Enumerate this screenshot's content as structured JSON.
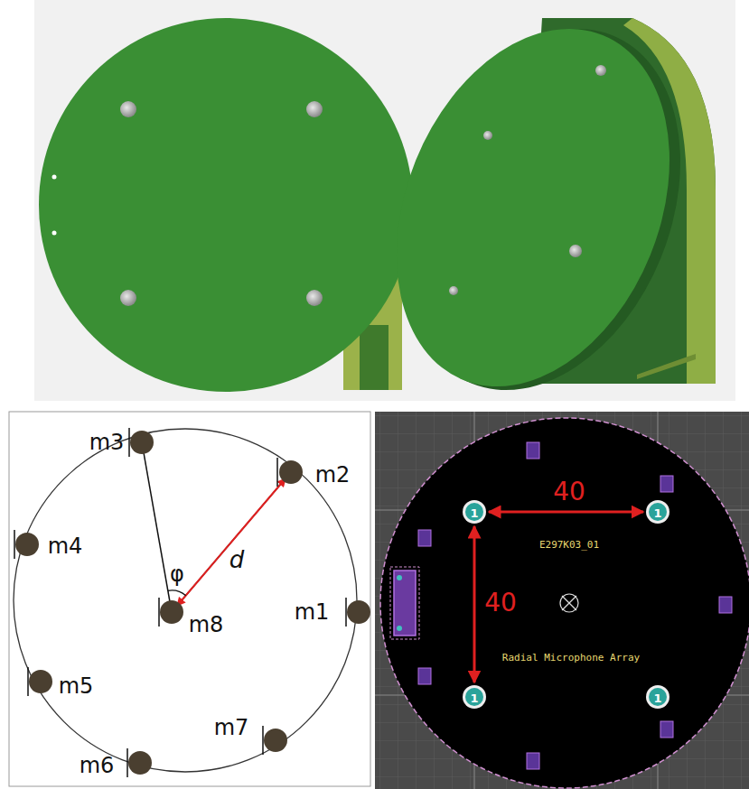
{
  "diagram": {
    "labels": [
      "m3",
      "m2",
      "m4",
      "φ",
      "d",
      "m1",
      "m8",
      "m5",
      "m7",
      "m6",
      "40",
      "1",
      "1",
      "E297K03_01",
      "40",
      "1",
      "1",
      "Radial Microphone Array"
    ]
  }
}
